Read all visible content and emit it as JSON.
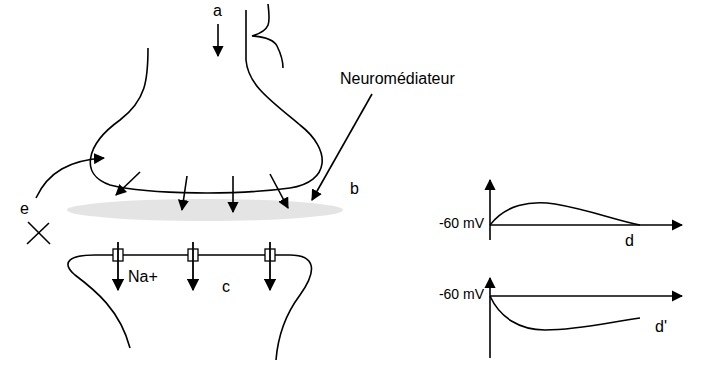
{
  "diagram": {
    "labels": [
      "a",
      "Neuromédiateur",
      "b",
      "e",
      "Na+",
      "c",
      "-60 mV",
      "d",
      "-60 mV",
      "d'"
    ]
  }
}
